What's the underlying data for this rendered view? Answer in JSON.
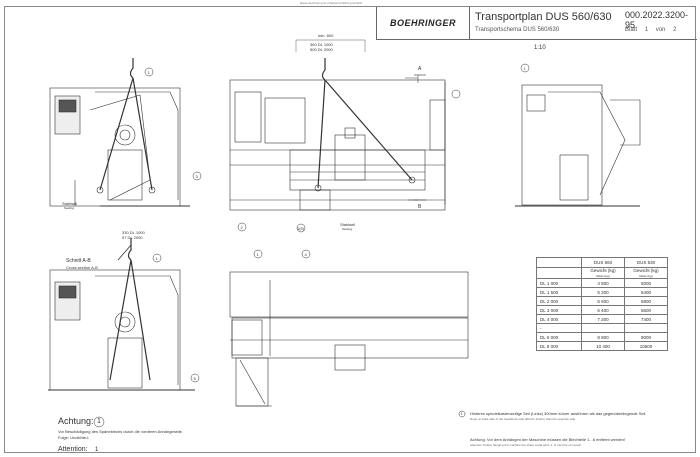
{
  "top_notice": "Diese Zeichnung ist urheberrechtlich geschützt",
  "company_logo": "BOEHRINGER",
  "title": {
    "main": "Transportplan DUS 560/630",
    "sub": "Transportschema DUS 560/630",
    "doc_number": "000.2022.3200-95",
    "sheet_label": "Blatt",
    "sheet_no": "1",
    "of_label": "von",
    "sheet_total": "2"
  },
  "scale": "1:10",
  "dimensions": {
    "min": "min. 800",
    "top_a": "360 DL 1000",
    "top_b": "500 DL 2000",
    "left_a": "330 DL 1000",
    "left_b": "97 DL 2000"
  },
  "labels": {
    "steelrope_de": "Stahlseil",
    "steelrope_en": "Seeling",
    "cut_de": "Schnitt A-B",
    "cut_en": "Cross section A-B",
    "arrow_a": "A",
    "arrow_b": "B"
  },
  "callouts": [
    "1",
    "2",
    "3",
    "4",
    "5",
    "1(5)"
  ],
  "weight_table": {
    "col_headers": [
      "DUS 560",
      "DUS 630"
    ],
    "sub_header": "Gewicht (kg)",
    "sub_header_en": "Mass (kg)",
    "rows": [
      [
        "DL  1 000",
        "4 800",
        "5000"
      ],
      [
        "DL  1 500",
        "5 200",
        "5400"
      ],
      [
        "DL  2 000",
        "5 600",
        "5800"
      ],
      [
        "DL  3 000",
        "6 400",
        "6600"
      ],
      [
        "DL  4 000",
        "7 200",
        "7400"
      ],
      [
        "-",
        "",
        ""
      ],
      [
        "DL  6 000",
        "8 800",
        "9000"
      ],
      [
        "DL  8 000",
        "10 400",
        "10600"
      ]
    ]
  },
  "notes": {
    "achtung1_title": "Achtung:",
    "achtung1_num": "1",
    "achtung1_line1": "Vor Beschädigung des Späneblechs durch die vorderen Anhängeseile.",
    "achtung1_line2": "Folge: Undichte-t",
    "attention2_title": "Attention:",
    "attention2_num": "1",
    "right1": "Hinteres spindelkastenseitige Seil (Links) 300mm kürzer ausführen als das gegenüberliegende Seil",
    "right1_en": "Rope on back side of the headstock side 300mm shorter than the opposite side",
    "right2": "Achtung: Vor dem Anhängen der Maschine müssen die Blechteile 1...6 entfernt werden!",
    "right2_en": "Attention: before hanging the machine the sheet metal parts 1...6 must be removed!"
  }
}
